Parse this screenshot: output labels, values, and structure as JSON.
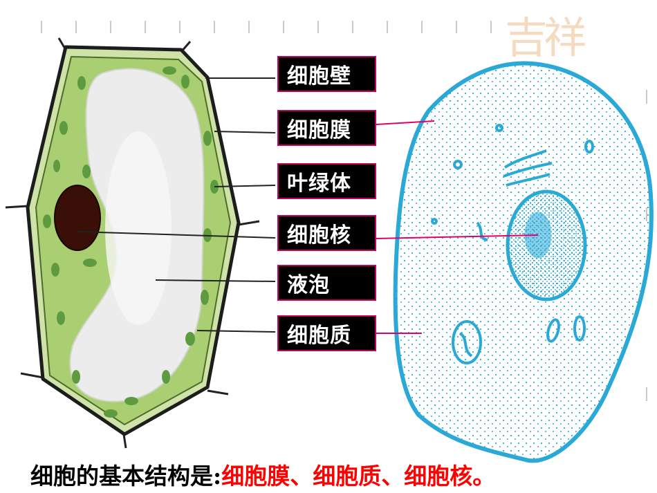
{
  "labels": [
    {
      "id": "cell-wall",
      "text": "细胞壁"
    },
    {
      "id": "cell-membrane",
      "text": "细胞膜"
    },
    {
      "id": "chloroplast",
      "text": "叶绿体"
    },
    {
      "id": "nucleus",
      "text": "细胞核"
    },
    {
      "id": "vacuole",
      "text": "液泡"
    },
    {
      "id": "cytoplasm",
      "text": "细胞质"
    }
  ],
  "caption": {
    "prefix": "细胞的基本结构是:",
    "highlight": "细胞膜、细胞质、细胞核。"
  },
  "watermark": "吉祥",
  "colors": {
    "plant_cell_green": "#a9cf72",
    "chloroplast": "#5e9a3f",
    "nucleus": "#3a0f08",
    "animal_cell_outline": "#2aa8d6",
    "pointer_line_animal": "#e0006a",
    "label_border": "#c8005a",
    "highlight_text": "#ff0000"
  }
}
